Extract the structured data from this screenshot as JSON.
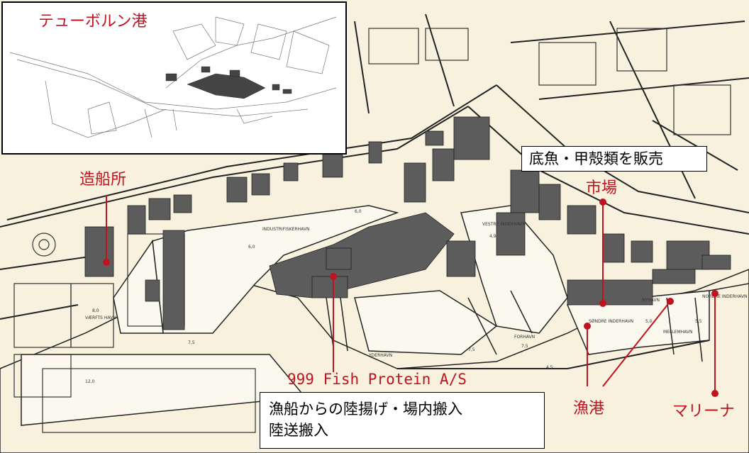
{
  "inset": {
    "title": "テューボルン港"
  },
  "labels": {
    "shipyard": "造船所",
    "market": "市場",
    "fish_protein": "999 Fish Protein A/S",
    "fishing_port": "漁港",
    "marina": "マリーナ"
  },
  "boxes": {
    "demersal": "底魚・甲殻類を販売",
    "landing_line1": "漁船からの陸揚げ・場内搬入",
    "landing_line2": "陸送搬入"
  },
  "map_text": {
    "industri": "INDUSTRIFISKERHAVN",
    "vestre": "VESTRE INDERHAVN",
    "yderhavn": "YDERHAVN",
    "forhavn": "FORHAVN",
    "vaerfts": "VÆRFTS HAVN",
    "nordre": "NORDRE INDERHAVN",
    "sondre": "SØNDRE INDERHAVN",
    "mellemhavn": "MELLEMHAVN",
    "nyhavn": "NYHAVN",
    "depths": [
      "6,0",
      "6,0",
      "4,9",
      "7,5",
      "7,5",
      "7,5",
      "12,0",
      "5,0",
      "5,5",
      "4,5",
      "8,0"
    ]
  },
  "colors": {
    "accent_red": "#c1121f",
    "land": "#f7f1de",
    "water": "#fbf8ee",
    "building": "#5c5c5c"
  }
}
